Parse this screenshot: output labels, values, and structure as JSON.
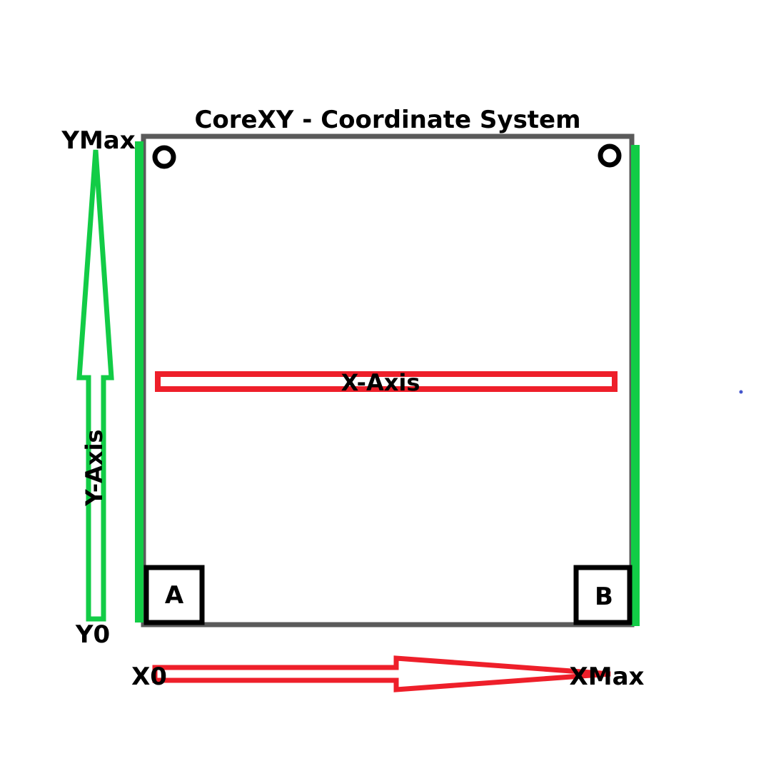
{
  "title": "CoreXY - Coordinate System",
  "labels": {
    "y_max": "YMax",
    "y_zero": "Y0",
    "x_zero": "X0",
    "x_max": "XMax",
    "x_axis": "X-Axis",
    "y_axis": "Y-Axis",
    "motor_a": "A",
    "motor_b": "B"
  },
  "colors": {
    "frame": "#5a5a5a",
    "rail": "#12cc46",
    "x_axis": "#ee1f2a",
    "motor": "#000000",
    "background": "#ffffff",
    "dot": "#4455cc"
  },
  "icons": {
    "idler_pulley": "ring-icon",
    "motor": "square-outline-icon",
    "arrow": "hollow-arrow-icon"
  }
}
